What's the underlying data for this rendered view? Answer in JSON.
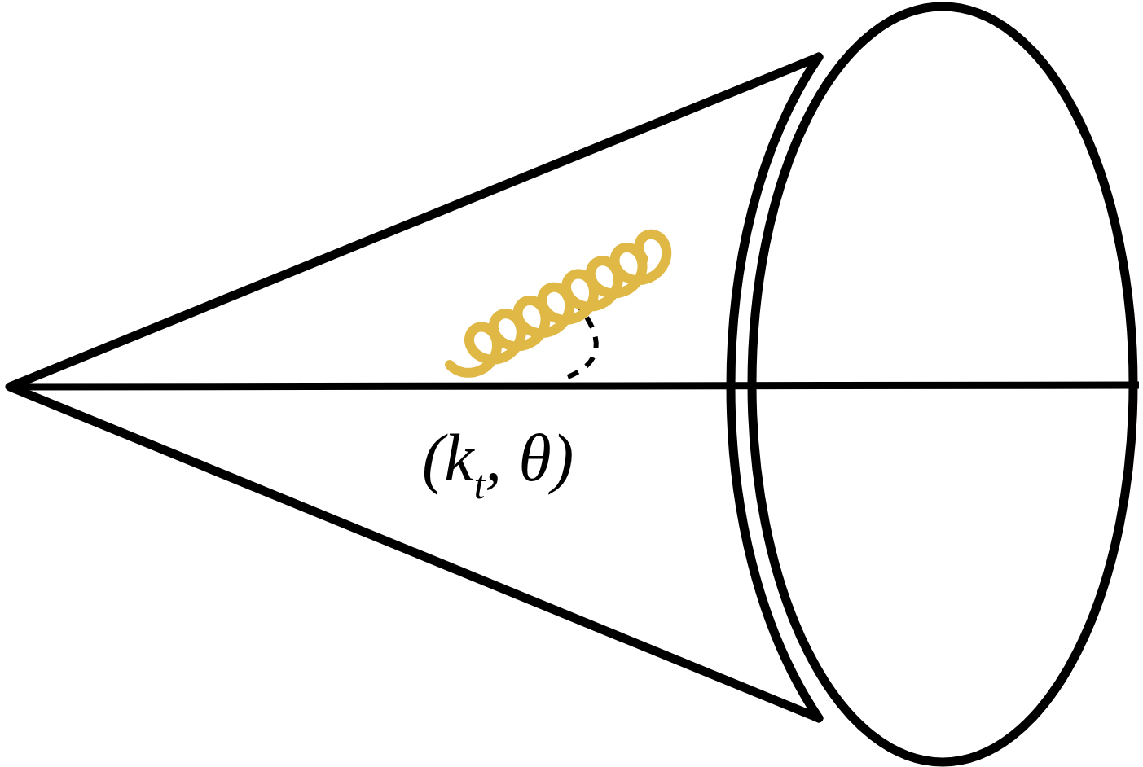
{
  "diagram": {
    "labels": [
      "(k",
      "t",
      ", θ)"
    ]
  }
}
